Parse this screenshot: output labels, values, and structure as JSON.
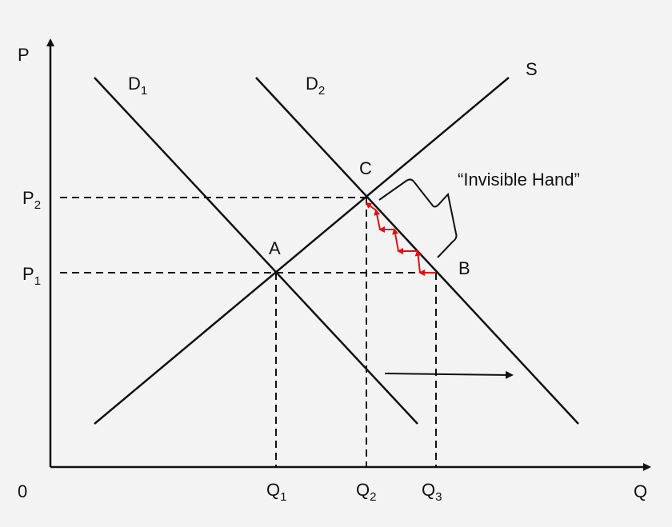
{
  "axes": {
    "y_label": "P",
    "x_label": "Q",
    "origin_label": "0"
  },
  "curves": {
    "demand_1": {
      "letter": "D",
      "subscript": "1"
    },
    "demand_2": {
      "letter": "D",
      "subscript": "2"
    },
    "supply": {
      "letter": "S"
    }
  },
  "points": {
    "a": "A",
    "b": "B",
    "c": "C"
  },
  "price_levels": [
    {
      "letter": "P",
      "subscript": "1"
    },
    {
      "letter": "P",
      "subscript": "2"
    }
  ],
  "quantity_levels": [
    {
      "letter": "Q",
      "subscript": "1"
    },
    {
      "letter": "Q",
      "subscript": "2"
    },
    {
      "letter": "Q",
      "subscript": "3"
    }
  ],
  "annotation": {
    "text": "“Invisible Hand”"
  },
  "colors": {
    "background": "#f3f3f3",
    "ink": "#111111",
    "adjustment_arrows": "#e01010"
  }
}
